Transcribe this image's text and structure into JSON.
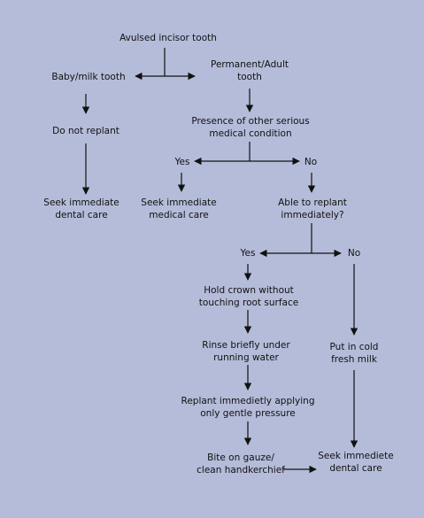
{
  "nodes": {
    "avulsed": [
      "Avulsed incisor tooth"
    ],
    "baby": [
      "Baby/milk tooth"
    ],
    "permanent": [
      "Permanent/Adult",
      "tooth"
    ],
    "do_not_replant": [
      "Do not replant"
    ],
    "seek_dental_left": [
      "Seek immediate",
      "dental care"
    ],
    "presence": [
      "Presence of other serious",
      "medical condition"
    ],
    "yes1": [
      "Yes"
    ],
    "no1": [
      "No"
    ],
    "seek_medical": [
      "Seek immediate",
      "medical care"
    ],
    "able_replant": [
      "Able to replant",
      "immediately?"
    ],
    "yes2": [
      "Yes"
    ],
    "no2": [
      "No"
    ],
    "hold_crown": [
      "Hold crown without",
      "touching root surface"
    ],
    "rinse": [
      "Rinse briefly under",
      "running water"
    ],
    "cold_milk": [
      "Put in cold",
      "fresh milk"
    ],
    "replant": [
      "Replant immedietly applying",
      "only gentle pressure"
    ],
    "bite": [
      "Bite on gauze/",
      "clean handkerchief"
    ],
    "seek_dental_right": [
      "Seek immediete",
      "dental care"
    ]
  }
}
